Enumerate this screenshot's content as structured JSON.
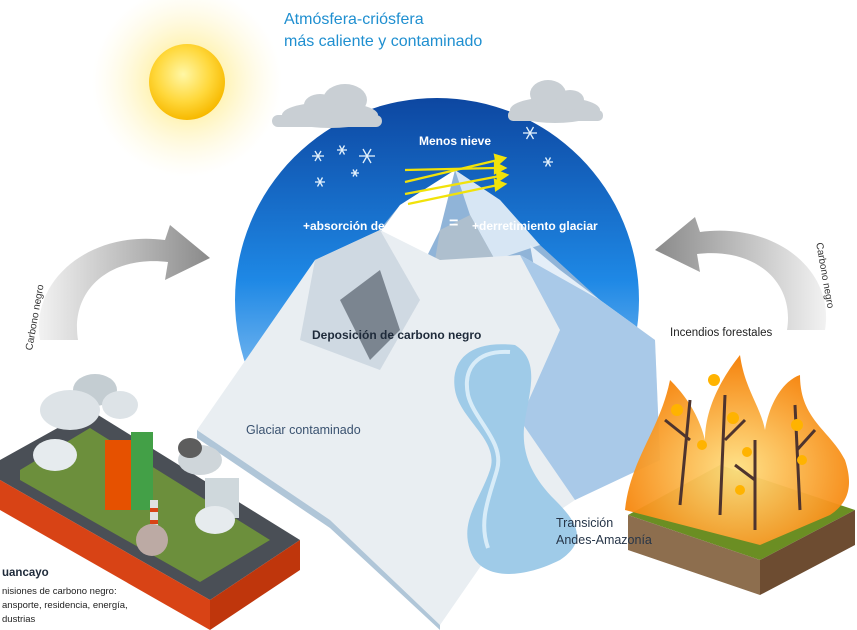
{
  "title": {
    "line1": "Atmósfera-criósfera",
    "line2": "más caliente y contaminado"
  },
  "labels": {
    "menos_nieve": "Menos nieve",
    "absorcion": "+absorción de energía",
    "equals": "=",
    "derretimiento": "+derretimiento glaciar",
    "deposicion": "Deposición de carbono negro",
    "glaciar": "Glaciar contaminado",
    "incendios": "Incendios forestales",
    "transicion_1": "Transición",
    "transicion_2": "Andes-Amazonía",
    "carbono_left": "Carbono negro",
    "carbono_right": "Carbono negro",
    "city_name": "uancayo",
    "city_desc_1": "nisiones de carbono negro:",
    "city_desc_2": "ansporte, residencia, energía,",
    "city_desc_3": "dustrias"
  },
  "colors": {
    "title": "#1f8fd0",
    "sky_top": "#1565c0",
    "sky_bottom": "#e3f2fd",
    "sun": "#ffd83b",
    "fire": "#f57c00",
    "arrow": "#f1e20a",
    "road": "#d84315"
  }
}
